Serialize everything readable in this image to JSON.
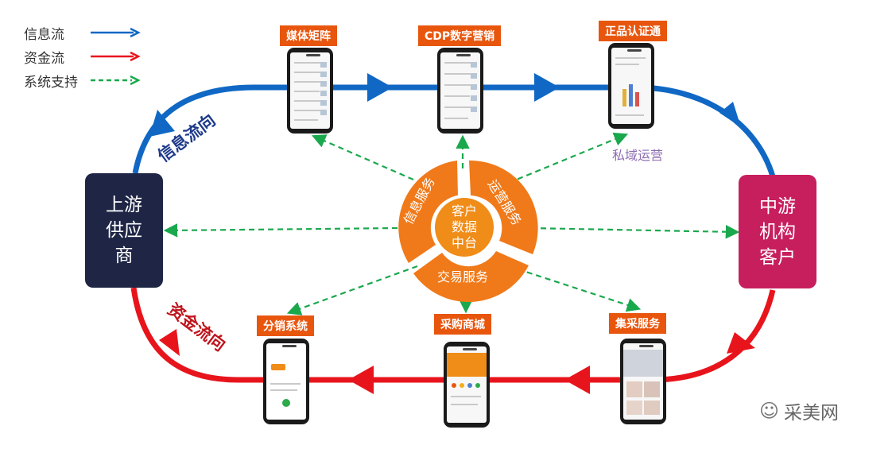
{
  "legend": {
    "info_flow": "信息流",
    "fund_flow": "资金流",
    "system_support": "系统支持"
  },
  "colors": {
    "info": "#1068c4",
    "fund": "#e8141c",
    "support": "#1aa84d",
    "orange": "#f07a1a",
    "tag": "#e8560e",
    "upstream_box": "#1e2545",
    "midstream_box": "#c71f5e"
  },
  "nodes": {
    "upstream": [
      "上游",
      "供应",
      "商"
    ],
    "midstream": [
      "中游",
      "机构",
      "客户"
    ]
  },
  "top_apps": [
    "媒体矩阵",
    "CDP数字营销",
    "正品认证通"
  ],
  "bottom_apps": [
    "分销系统",
    "采购商城",
    "集采服务"
  ],
  "center": {
    "core": [
      "客户",
      "数据",
      "中台"
    ],
    "segments": [
      "信息服务",
      "运营服务",
      "交易服务"
    ]
  },
  "curve_labels": {
    "info_direction": "信息流向",
    "fund_direction": "资金流向"
  },
  "private_domain": "私域运营",
  "watermark": "采美网"
}
